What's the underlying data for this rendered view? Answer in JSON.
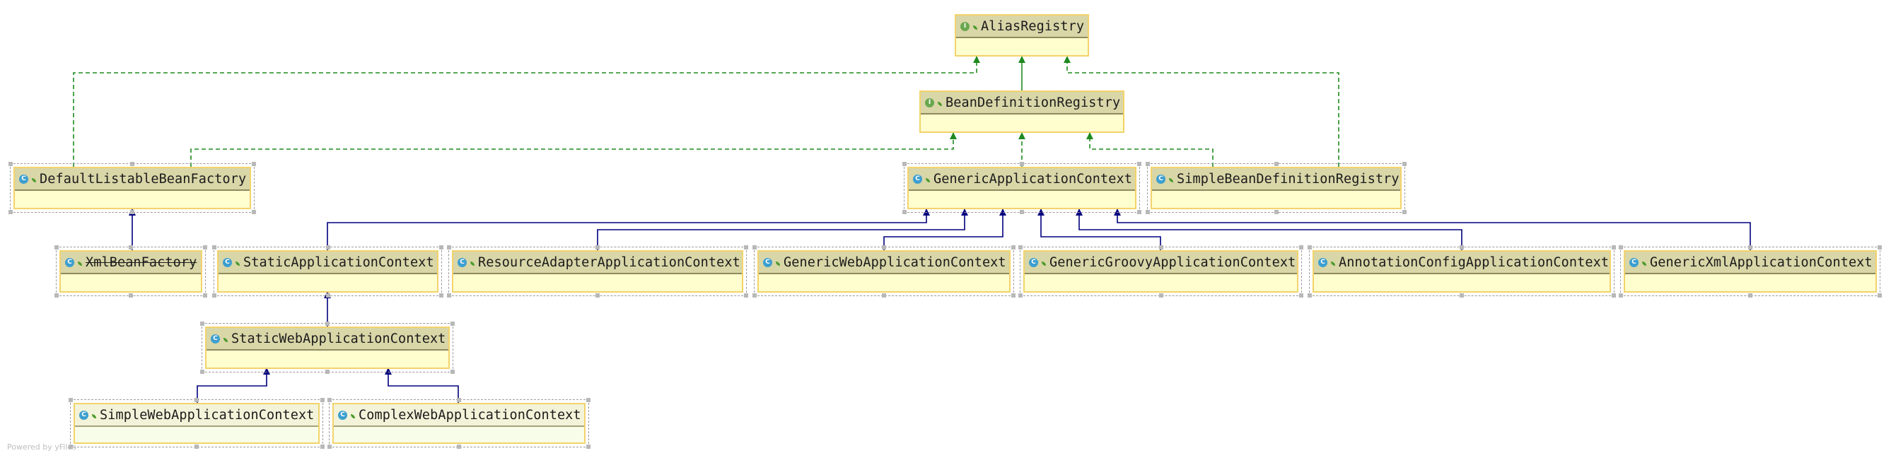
{
  "diagram": {
    "watermark": "Powered by yFiles",
    "colors": {
      "interface_edge": "#1e8a1e",
      "class_edge": "#00007f",
      "node_fill": "#fefece",
      "node_border": "#f3d36b",
      "header_fill": "#d9d6a8"
    },
    "nodes": [
      {
        "id": "alias-registry",
        "label": "AliasRegistry",
        "kind": "interface"
      },
      {
        "id": "bean-definition-registry",
        "label": "BeanDefinitionRegistry",
        "kind": "interface"
      },
      {
        "id": "default-listable-bean-factory",
        "label": "DefaultListableBeanFactory",
        "kind": "class"
      },
      {
        "id": "generic-application-context",
        "label": "GenericApplicationContext",
        "kind": "class"
      },
      {
        "id": "simple-bean-definition-registry",
        "label": "SimpleBeanDefinitionRegistry",
        "kind": "class"
      },
      {
        "id": "xml-bean-factory",
        "label": "XmlBeanFactory",
        "kind": "class",
        "deprecated": true
      },
      {
        "id": "static-application-context",
        "label": "StaticApplicationContext",
        "kind": "class"
      },
      {
        "id": "resource-adapter-application-context",
        "label": "ResourceAdapterApplicationContext",
        "kind": "class"
      },
      {
        "id": "generic-web-application-context",
        "label": "GenericWebApplicationContext",
        "kind": "class"
      },
      {
        "id": "generic-groovy-application-context",
        "label": "GenericGroovyApplicationContext",
        "kind": "class"
      },
      {
        "id": "annotation-config-application-context",
        "label": "AnnotationConfigApplicationContext",
        "kind": "class"
      },
      {
        "id": "generic-xml-application-context",
        "label": "GenericXmlApplicationContext",
        "kind": "class"
      },
      {
        "id": "static-web-application-context",
        "label": "StaticWebApplicationContext",
        "kind": "class"
      },
      {
        "id": "simple-web-application-context",
        "label": "SimpleWebApplicationContext",
        "kind": "class"
      },
      {
        "id": "complex-web-application-context",
        "label": "ComplexWebApplicationContext",
        "kind": "class"
      }
    ],
    "edges": [
      {
        "from": "bean-definition-registry",
        "to": "alias-registry",
        "type": "extends"
      },
      {
        "from": "default-listable-bean-factory",
        "to": "alias-registry",
        "type": "implements"
      },
      {
        "from": "simple-bean-definition-registry",
        "to": "alias-registry",
        "type": "implements"
      },
      {
        "from": "default-listable-bean-factory",
        "to": "bean-definition-registry",
        "type": "implements"
      },
      {
        "from": "generic-application-context",
        "to": "bean-definition-registry",
        "type": "implements"
      },
      {
        "from": "simple-bean-definition-registry",
        "to": "bean-definition-registry",
        "type": "implements"
      },
      {
        "from": "xml-bean-factory",
        "to": "default-listable-bean-factory",
        "type": "extends"
      },
      {
        "from": "static-application-context",
        "to": "generic-application-context",
        "type": "extends"
      },
      {
        "from": "resource-adapter-application-context",
        "to": "generic-application-context",
        "type": "extends"
      },
      {
        "from": "generic-web-application-context",
        "to": "generic-application-context",
        "type": "extends"
      },
      {
        "from": "generic-groovy-application-context",
        "to": "generic-application-context",
        "type": "extends"
      },
      {
        "from": "annotation-config-application-context",
        "to": "generic-application-context",
        "type": "extends"
      },
      {
        "from": "generic-xml-application-context",
        "to": "generic-application-context",
        "type": "extends"
      },
      {
        "from": "static-web-application-context",
        "to": "static-application-context",
        "type": "extends"
      },
      {
        "from": "simple-web-application-context",
        "to": "static-web-application-context",
        "type": "extends"
      },
      {
        "from": "complex-web-application-context",
        "to": "static-web-application-context",
        "type": "extends"
      }
    ]
  }
}
